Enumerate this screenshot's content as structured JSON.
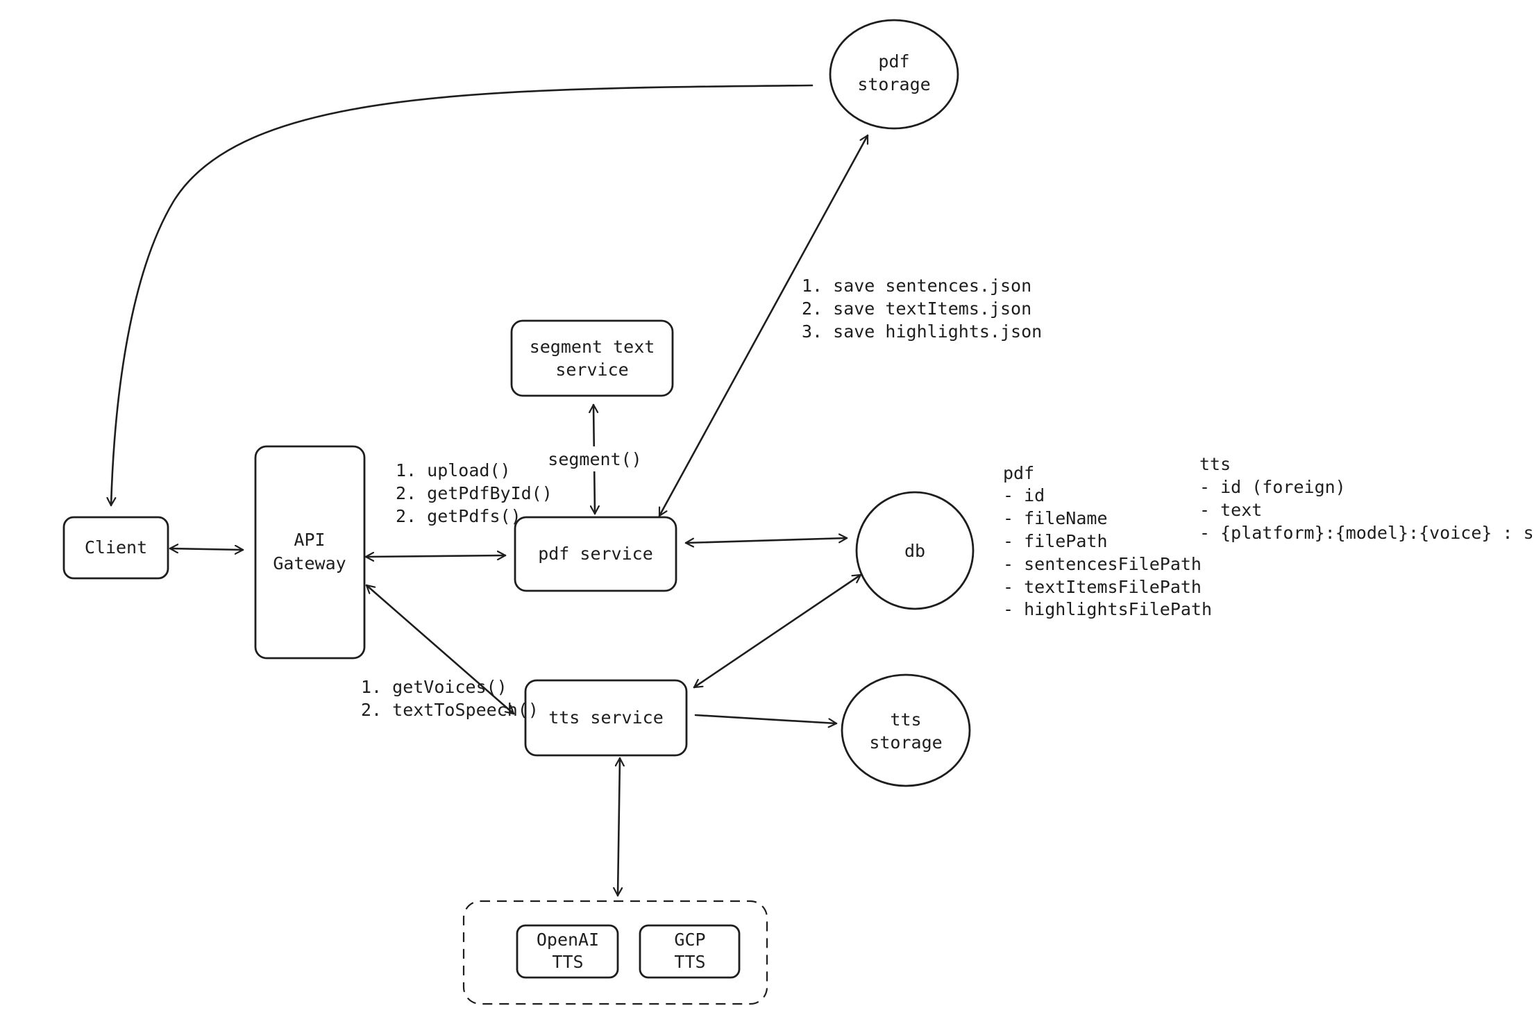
{
  "nodes": {
    "client": {
      "lines": [
        "Client"
      ]
    },
    "api_gateway": {
      "lines": [
        "API",
        "Gateway"
      ]
    },
    "pdf_service": {
      "lines": [
        "pdf service"
      ]
    },
    "segment_text_service": {
      "lines": [
        "segment text",
        "service"
      ]
    },
    "tts_service": {
      "lines": [
        "tts service"
      ]
    },
    "db": {
      "lines": [
        "db"
      ]
    },
    "pdf_storage": {
      "lines": [
        "pdf",
        "storage"
      ]
    },
    "tts_storage": {
      "lines": [
        "tts",
        "storage"
      ]
    },
    "openai_tts": {
      "lines": [
        "OpenAI",
        "TTS"
      ]
    },
    "gcp_tts": {
      "lines": [
        "GCP",
        "TTS"
      ]
    }
  },
  "edge_labels": {
    "gateway_pdf": [
      "1. upload()",
      "2. getPdfById()",
      "2. getPdfs()"
    ],
    "segment": [
      "segment()"
    ],
    "pdf_storage_save": [
      "1. save sentences.json",
      "2. save textItems.json",
      "3. save highlights.json"
    ],
    "gateway_tts": [
      "1. getVoices()",
      "2. textToSpeech()"
    ]
  },
  "schemas": {
    "pdf": [
      "pdf",
      "- id",
      "- fileName",
      "- filePath",
      "- sentencesFilePath",
      "- textItemsFilePath",
      "- highlightsFilePath"
    ],
    "tts": [
      "tts",
      "- id (foreign)",
      "- text",
      "- {platform}:{model}:{voice} : string"
    ]
  }
}
